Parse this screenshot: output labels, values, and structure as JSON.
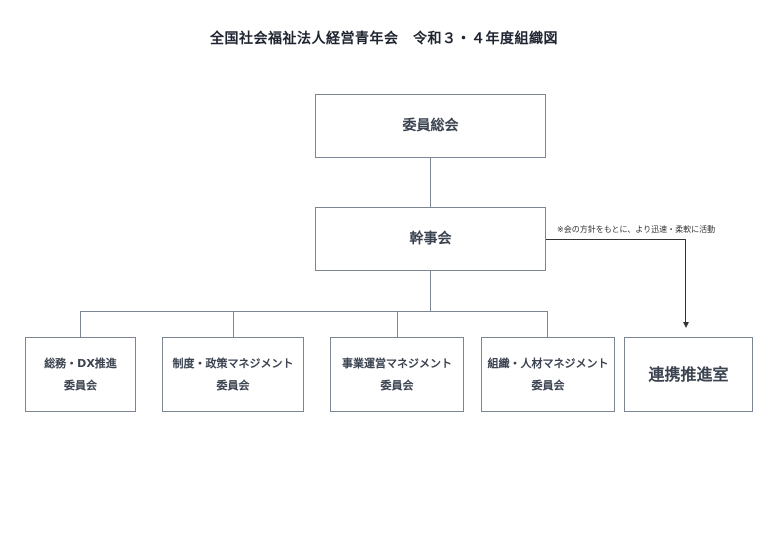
{
  "title": "全国社会福祉法人経営青年会　令和３・４年度組織図",
  "nodes": {
    "general_assembly": "委員総会",
    "executive_board": "幹事会",
    "committees": [
      {
        "line1": "総務・DX推進",
        "line2": "委員会"
      },
      {
        "line1": "制度・政策マネジメント",
        "line2": "委員会"
      },
      {
        "line1": "事業運営マネジメント",
        "line2": "委員会"
      },
      {
        "line1": "組織・人材マネジメント",
        "line2": "委員会"
      }
    ],
    "liaison_office": "連携推進室"
  },
  "note": "※会の方針をもとに、より迅速・柔軟に活動"
}
